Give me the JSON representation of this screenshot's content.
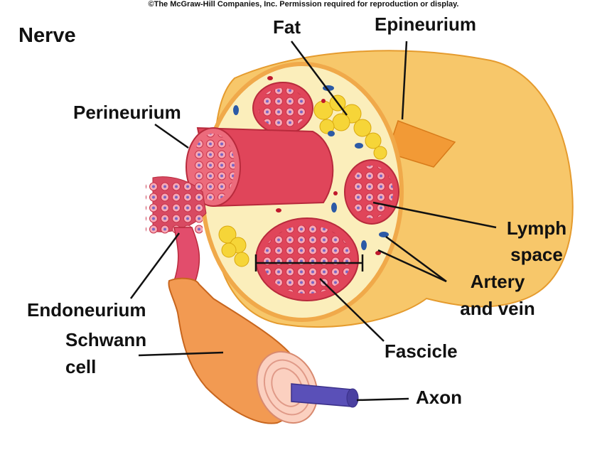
{
  "header": {
    "copyright": "©The McGraw-Hill Companies, Inc. Permission required for reproduction or display."
  },
  "diagram": {
    "title": "Nerve",
    "labels": {
      "fat": "Fat",
      "epineurium": "Epineurium",
      "perineurium": "Perineurium",
      "lymph_line1": "Lymph",
      "lymph_line2": "space",
      "artery_line1": "Artery",
      "artery_line2": "and vein",
      "endoneurium": "Endoneurium",
      "schwann_line1": "Schwann",
      "schwann_line2": "cell",
      "fascicle": "Fascicle",
      "axon": "Axon"
    }
  },
  "colors": {
    "epineurium": "#f7c76a",
    "epineurium_inner": "#fbeebb",
    "fascicle": "#e0455a",
    "fascicle_inner": "#f08a96",
    "fat": "#f6d538",
    "lymph": "#2c5aa6",
    "artery": "#c0182c",
    "schwann": "#f29a52",
    "axon": "#5a50b8"
  }
}
